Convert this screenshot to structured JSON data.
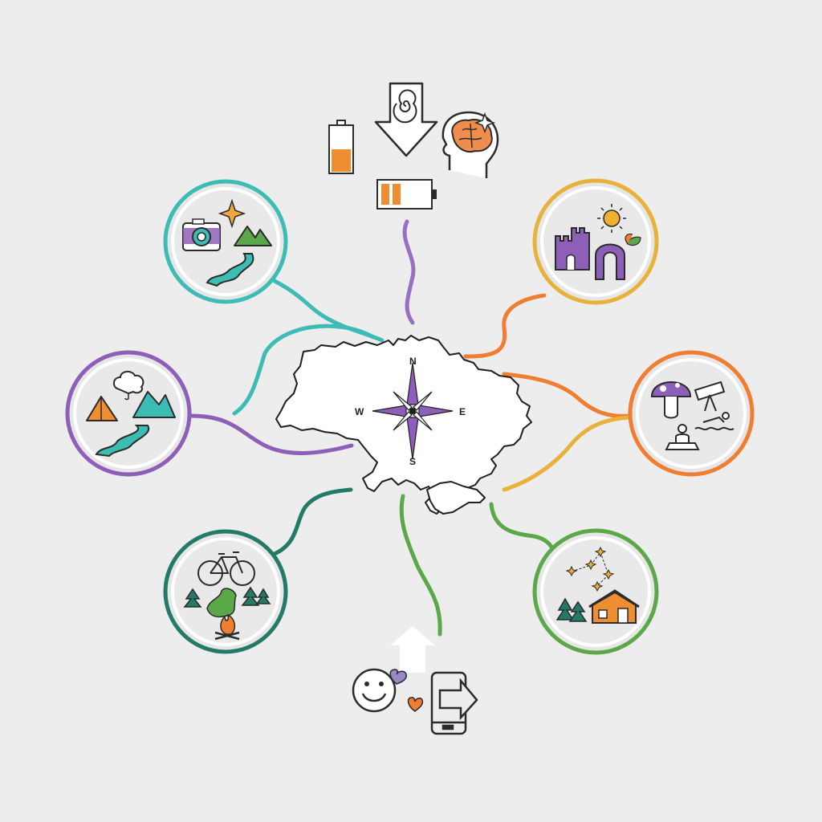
{
  "colors": {
    "background": "#ededed",
    "teal": "#3dbcb4",
    "purple": "#8e5fb8",
    "dark_green": "#237a66",
    "yellow": "#e8b23a",
    "orange": "#ef7e33",
    "green": "#5aa84a",
    "light_purple": "#9a6fc3",
    "ink": "#2b2b2b"
  },
  "compass": {
    "north": "N",
    "south": "S",
    "east": "E",
    "west": "W"
  },
  "nodes": {
    "top": {
      "icons": [
        "battery-low-icon",
        "down-arrow-spiral-icon",
        "brain-head-icon",
        "battery-half-icon"
      ],
      "color": "purple"
    },
    "top_left": {
      "icons": [
        "camera-icon",
        "sparkle-icon",
        "mountains-icon",
        "river-icon"
      ],
      "color": "teal"
    },
    "mid_left": {
      "icons": [
        "tent-icon",
        "cloud-icon",
        "mountains-icon",
        "river-icon"
      ],
      "color": "purple"
    },
    "bottom_left": {
      "icons": [
        "bicycle-icon",
        "pine-trees-icon",
        "map-patch-icon",
        "campfire-icon"
      ],
      "color": "dark_green"
    },
    "top_right": {
      "icons": [
        "castle-icon",
        "sun-icon",
        "arch-icon",
        "leaf-icon"
      ],
      "color": "yellow"
    },
    "mid_right": {
      "icons": [
        "mushroom-icon",
        "telescope-icon",
        "swimmer-icon",
        "meditation-icon"
      ],
      "color": "orange"
    },
    "bottom_right": {
      "icons": [
        "constellation-icon",
        "pine-trees-icon",
        "cabin-icon"
      ],
      "color": "green"
    },
    "bottom": {
      "icons": [
        "up-arrow-icon",
        "smiley-icon",
        "hearts-icon",
        "phone-exit-icon"
      ],
      "color": "green"
    }
  }
}
